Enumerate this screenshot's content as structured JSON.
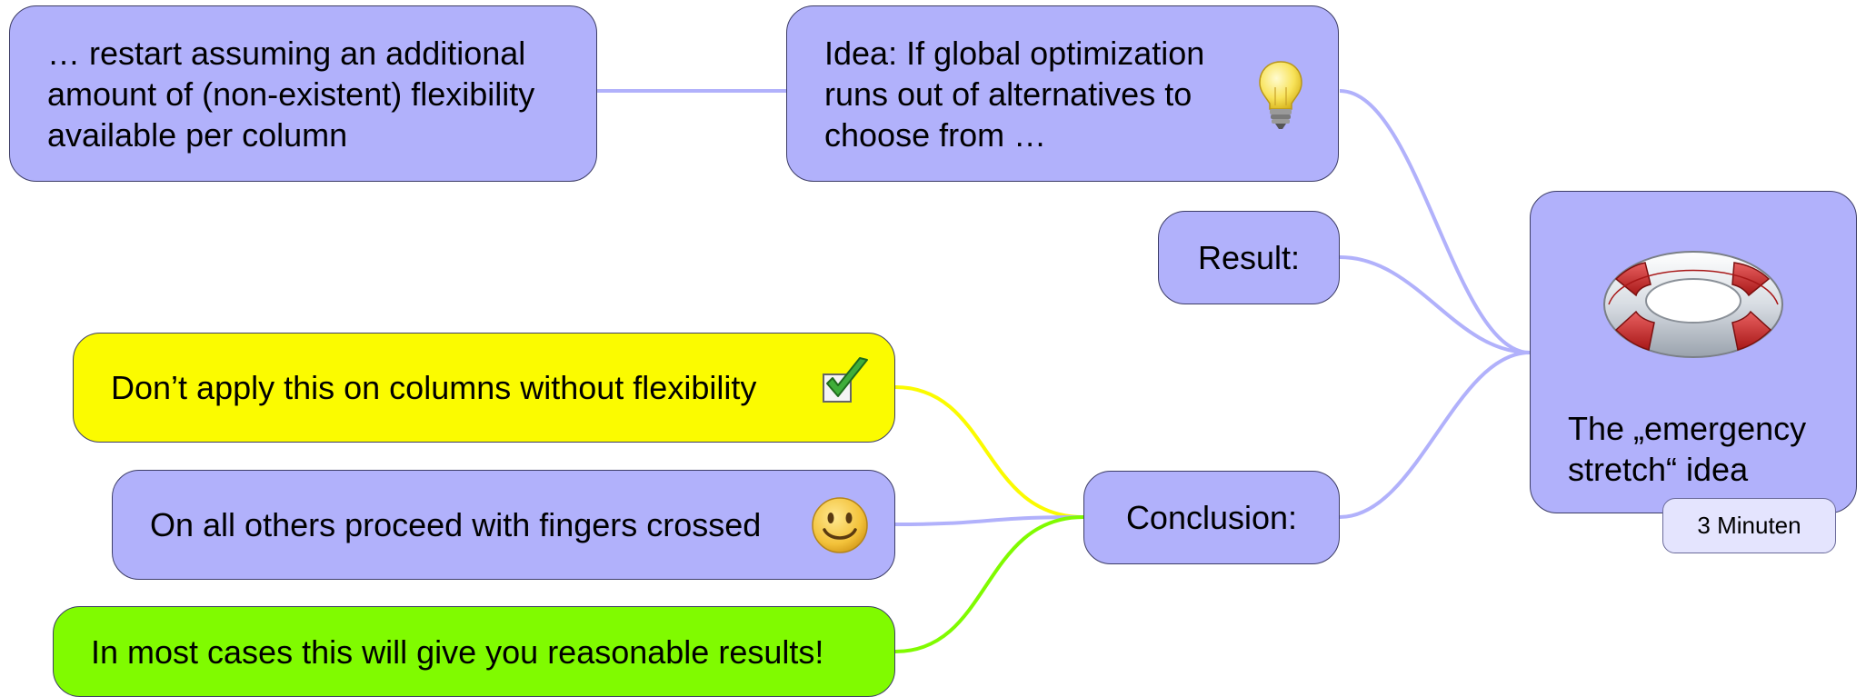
{
  "root": {
    "title": "The „emergency\nstretch“ idea",
    "duration_badge": "3 Minuten",
    "icon": "lifebuoy-icon"
  },
  "branches": {
    "idea": {
      "text": "Idea: If global optimization\nruns out of alternatives to\nchoose from …",
      "icon": "lightbulb-icon",
      "child": "… restart assuming an additional\namount of (non-existent) flexibility\navailable per column"
    },
    "result": {
      "text": "Result:"
    },
    "conclusion": {
      "text": "Conclusion:",
      "children": [
        {
          "text": "Don’t apply this on columns without flexibility",
          "icon": "checkmark-icon",
          "color": "#fbfb00"
        },
        {
          "text": "On all others proceed with fingers crossed",
          "icon": "smiley-icon",
          "color": "#b1b1fb"
        },
        {
          "text": "In most cases this will give you reasonable results!",
          "color": "#80fb00"
        }
      ]
    }
  },
  "colors": {
    "node_default": "#b1b1fb",
    "node_border": "#3d3d66",
    "connector_default": "#b1b1fb",
    "connector_yellow": "#fbfb00",
    "connector_green": "#80fb00"
  }
}
